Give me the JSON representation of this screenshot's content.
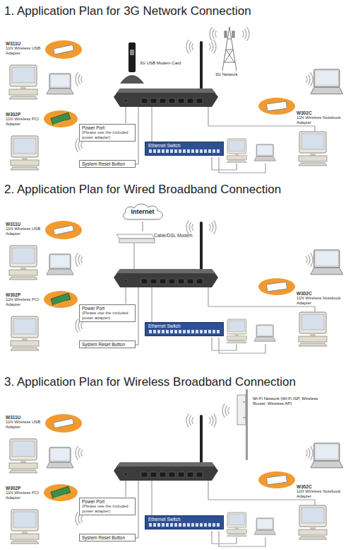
{
  "diagram": {
    "nodes": [
      {
        "text": [
          "W311U",
          "11N Wireless USB Adapter"
        ]
      },
      {
        "text": [
          "W302P",
          "11N Wireless PCI Adapter"
        ]
      },
      {
        "text": [
          "W302C",
          "11N Wireless Notebook Adapter"
        ]
      },
      {
        "text": [
          "Power Port",
          "(Please use the included power adapter)"
        ]
      },
      {
        "text": [
          "System Reset Button"
        ]
      },
      {
        "text": [
          "Ethernet Switch"
        ]
      },
      {
        "text": [
          "Internet"
        ]
      },
      {
        "text": [
          "Cable/DSL Modem"
        ]
      },
      {
        "text": [
          "W311U",
          "11N Wireless USB Adapter"
        ]
      },
      {
        "text": [
          "W302P",
          "11N Wireless PCI Adapter"
        ]
      },
      {
        "text": [
          "W302C",
          "11N Wireless Notebook Adapter"
        ]
      },
      {
        "text": [
          "Power Port",
          "(Please use the included power adapter)"
        ]
      },
      {
        "text": [
          "System Reset Button"
        ]
      },
      {
        "text": [
          "Ethernet Switch"
        ]
      },
      {
        "text": [
          "W311U",
          "11N Wireless USB Adapter"
        ]
      },
      {
        "text": [
          "W302P",
          "11N Wireless PCI Adapter"
        ]
      },
      {
        "text": [
          "W302C",
          "11N Wireless Notebook Adapter"
        ]
      },
      {
        "text": [
          "Power Port",
          "(Please use the included power adapter)"
        ]
      },
      {
        "text": [
          "System Reset Button"
        ]
      },
      {
        "text": [
          "Ethernet Switch"
        ]
      }
    ],
    "edges": [
      {
        "from": 6,
        "to": 7,
        "arrow": "none"
      }
    ],
    "labels": [
      "1. Application Plan for 3G Network Connection",
      "3G USB Modem Card",
      "3G Network",
      "2. Application Plan for Wired Broadband Connection",
      "3. Application Plan for Wireless Broadband Connection",
      "Wi-Fi Network (Wi-Fi ISP, Wireless Router, Wireless AP)"
    ]
  }
}
